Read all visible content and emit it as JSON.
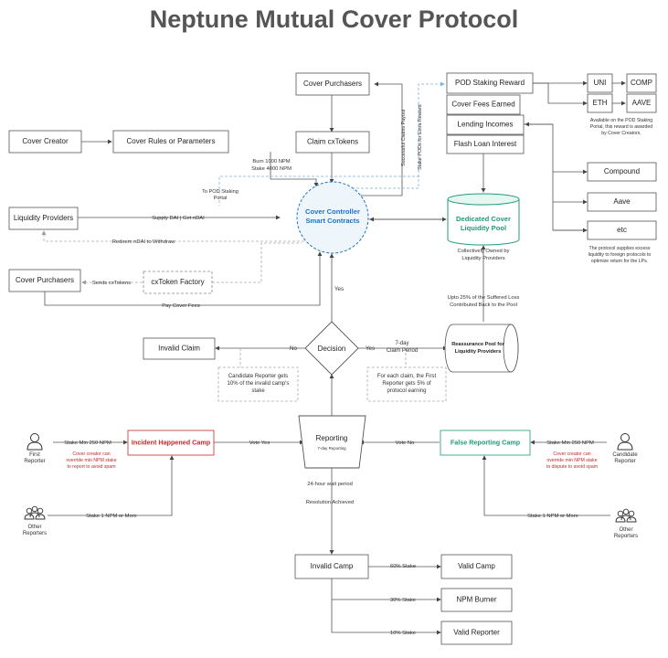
{
  "title": "Neptune Mutual Cover Protocol",
  "boxes": {
    "cover_purchasers_top": "Cover Purchasers",
    "claim_cxtokens": "Claim cxTokens",
    "cover_creator": "Cover Creator",
    "cover_rules": "Cover Rules or Parameters",
    "liquidity_providers": "Liquidity Providers",
    "cover_purchasers_left": "Cover Purchasers",
    "cxtoken_factory": "cxToken Factory",
    "pod_staking_reward": "POD Staking Reward",
    "cover_fees_earned": "Cover Fees Earned",
    "lending_incomes": "Lending Incomes",
    "flash_loan_interest": "Flash Loan Interest",
    "uni": "UNI",
    "comp": "COMP",
    "eth": "ETH",
    "aave_token": "AAVE",
    "compound": "Compound",
    "aave": "Aave",
    "etc": "etc",
    "invalid_claim": "Invalid Claim",
    "incident_camp": "Incident Happened Camp",
    "false_camp": "False Reporting Camp",
    "invalid_camp": "Invalid Camp",
    "valid_camp": "Valid Camp",
    "npm_burner": "NPM Burner",
    "valid_reporter": "Valid Reporter"
  },
  "controller": {
    "line1": "Cover Controller",
    "line2": "Smart Contracts"
  },
  "pool": {
    "line1": "Dedicated Cover",
    "line2": "Liquidity Pool"
  },
  "reassurance": {
    "line1": "Reassurance Pool for",
    "line2": "Liquidity Providers"
  },
  "decision": "Decision",
  "reporting": {
    "title": "Reporting",
    "sub": "7-day Reporting"
  },
  "actors": {
    "first_reporter": [
      "First",
      "Reporter"
    ],
    "candidate_reporter": [
      "Candidate",
      "Reporter"
    ],
    "other_reporters_left": [
      "Other",
      "Reporters"
    ],
    "other_reporters_right": [
      "Other",
      "Reporters"
    ]
  },
  "labels": {
    "burn": "Burn 1000 NPM",
    "stake": "Stake 4000 NPM",
    "to_pod": "To POD Staking",
    "portal": "Portal",
    "supply": "Supply DAI  |  Get nDAI",
    "redeem": "Redeem nDAI to Withdraw",
    "sends": "Sends cxTokens",
    "pay_fees": "Pay Cover Fees",
    "successful_claims": "Successful Claims Payout",
    "stake_pods": "Stake PODs for Extra Reward",
    "yes": "Yes",
    "no": "No",
    "yes_right": "Yes",
    "seven_day": "7-day",
    "claim_period": "Claim Period",
    "collectively1": "Collectively Owned by",
    "collectively2": "Liquidity Providers",
    "upto1": "Upto 25% of the Suffered Loss",
    "upto2": "Contributed Back to the Pool",
    "candidate_gets1": "Candidate Reporter gets",
    "candidate_gets2": "10% of the invalid camp's",
    "candidate_gets3": "stake",
    "each_claim1": "For each claim, the First",
    "each_claim2": "Reporter gets 5% of",
    "each_claim3": "protocol earning",
    "stake_min_left": "Stake Min 250 NPM",
    "stake_min_right": "Stake Min 250 NPM",
    "vote_yes": "Vote Yes",
    "vote_no": "Vote No",
    "override_left1": "Cover creator can",
    "override_left2": "override min NPM stake",
    "override_left3": "to report to avoid spam",
    "override_right1": "Cover creator can",
    "override_right2": "override min NPM stake",
    "override_right3": "to dispute to avoid spam",
    "stake_one_left": "Stake 1 NPM or More",
    "stake_one_right": "Stake 1 NPM or More",
    "wait": "24-hour wait period",
    "resolution": "Resolution Achieved",
    "pct60": "60% Stake",
    "pct30": "30% Stake",
    "pct10": "10% Stake",
    "available1": "Available on the POD Staking",
    "available2": "Portal, this reward is awarded",
    "available3": "by Cover Creators.",
    "protocol1": "The protocol supplies excess",
    "protocol2": "liquidity to foreign protocols to",
    "protocol3": "optimize return for the LPs."
  },
  "colors": {
    "blue": "#1a73c8",
    "green": "#1f9a7a",
    "red": "#c62828",
    "gray_title": "#555555"
  }
}
